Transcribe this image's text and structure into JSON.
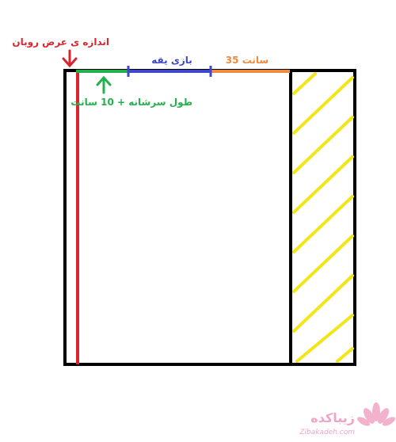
{
  "labels": {
    "robe_width": "اندازه ی عرض روبان",
    "collar_play": "بازی یقه",
    "thirty_five": "35 سانت",
    "shoulder_plus": "طول سرشانه + 10 سانت"
  },
  "watermark": {
    "brand": "زیباکده",
    "domain": "Zibakadeh.com"
  },
  "colors": {
    "red": "#d9262c",
    "green": "#22b14c",
    "blue": "#3f48cc",
    "orange": "#f08a3c",
    "yellow": "#f2e619",
    "black": "#000000",
    "pink": "#f0a5c6"
  }
}
